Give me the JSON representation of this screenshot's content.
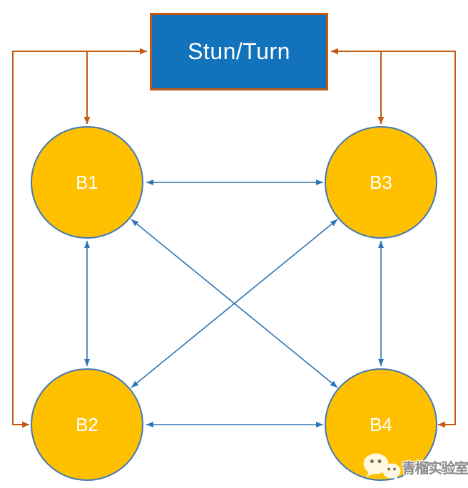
{
  "diagram": {
    "server": {
      "id": "stun-turn",
      "label": "Stun/Turn",
      "shape": "rectangle",
      "fill": "#1272BC",
      "border_color": "#C45911",
      "text_color": "#FFFFFF"
    },
    "nodes": [
      {
        "id": "b1",
        "label": "B1",
        "position": "top-left"
      },
      {
        "id": "b2",
        "label": "B2",
        "position": "bottom-left"
      },
      {
        "id": "b3",
        "label": "B3",
        "position": "top-right"
      },
      {
        "id": "b4",
        "label": "B4",
        "position": "bottom-right"
      }
    ],
    "node_style": {
      "shape": "circle",
      "fill": "#FFC000",
      "border_color": "#4178B4",
      "text_color": "#FFFFFF"
    },
    "peer_edges": [
      {
        "between": [
          "B1",
          "B3"
        ],
        "style": "straight",
        "arrowheads": [
          "B1",
          "B3"
        ]
      },
      {
        "between": [
          "B2",
          "B4"
        ],
        "style": "straight",
        "arrowheads": [
          "B2",
          "B4"
        ]
      },
      {
        "between": [
          "B1",
          "B2"
        ],
        "style": "straight",
        "arrowheads": [
          "B1",
          "B2"
        ]
      },
      {
        "between": [
          "B3",
          "B4"
        ],
        "style": "straight",
        "arrowheads": [
          "B3",
          "B4"
        ]
      },
      {
        "between": [
          "B1",
          "B4"
        ],
        "style": "diagonal",
        "arrowheads": [
          "B1",
          "B4"
        ]
      },
      {
        "between": [
          "B2",
          "B3"
        ],
        "style": "diagonal",
        "arrowheads": [
          "B2",
          "B3"
        ]
      }
    ],
    "server_edges": [
      {
        "between": [
          "Stun/Turn",
          "B1"
        ],
        "style": "elbow",
        "arrowheads": [
          "B1"
        ]
      },
      {
        "between": [
          "Stun/Turn",
          "B2"
        ],
        "style": "elbow",
        "arrowheads": [
          "Stun/Turn",
          "B2"
        ]
      },
      {
        "between": [
          "Stun/Turn",
          "B3"
        ],
        "style": "elbow",
        "arrowheads": [
          "B3"
        ]
      },
      {
        "between": [
          "Stun/Turn",
          "B4"
        ],
        "style": "elbow",
        "arrowheads": [
          "Stun/Turn",
          "B4"
        ]
      }
    ],
    "colors": {
      "peer_edge": "#2E75B6",
      "server_edge": "#C45911"
    }
  },
  "watermark": {
    "icon": "wechat-icon",
    "text": "青榴实验室"
  }
}
